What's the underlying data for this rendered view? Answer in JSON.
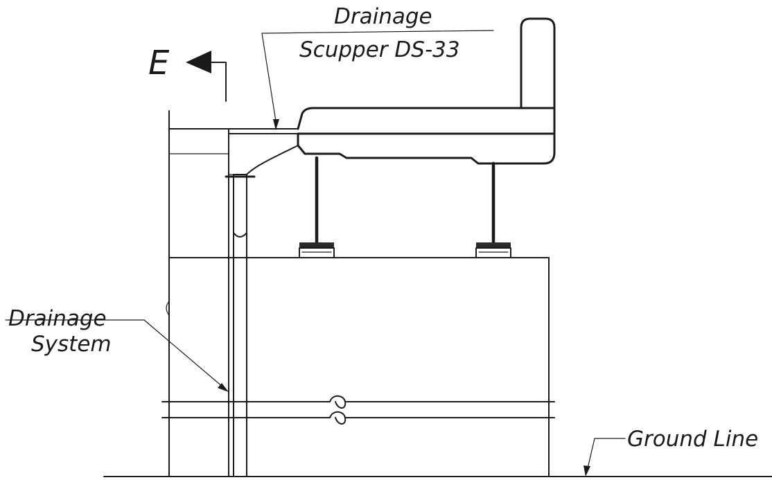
{
  "labels": {
    "section_marker": "E",
    "drainage_scupper_line1": "Drainage",
    "drainage_scupper_line2": "Scupper DS-33",
    "drainage_system_line1": "Drainage",
    "drainage_system_line2": "System",
    "ground_line": "Ground Line"
  },
  "colors": {
    "ink": "#1a1a1a",
    "paper": "#ffffff"
  }
}
